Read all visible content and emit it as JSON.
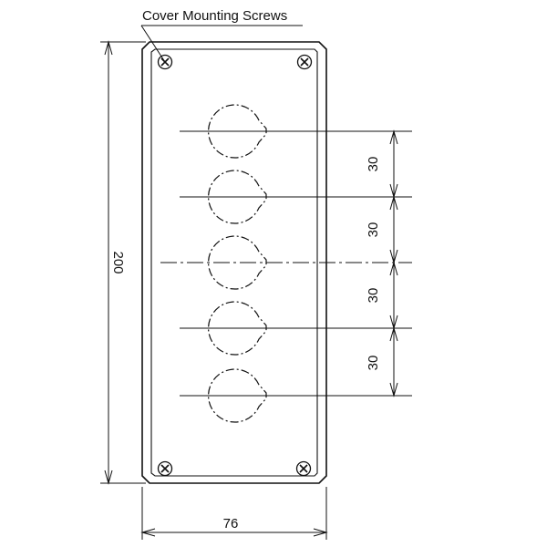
{
  "callout": {
    "label": "Cover Mounting Screws"
  },
  "dimensions": {
    "height": "200",
    "width": "76",
    "pitches": [
      "30",
      "30",
      "30",
      "30"
    ]
  },
  "openings": {
    "count": 5
  },
  "screws": {
    "count": 4
  },
  "colors": {
    "line": "#111111",
    "background": "#ffffff"
  }
}
